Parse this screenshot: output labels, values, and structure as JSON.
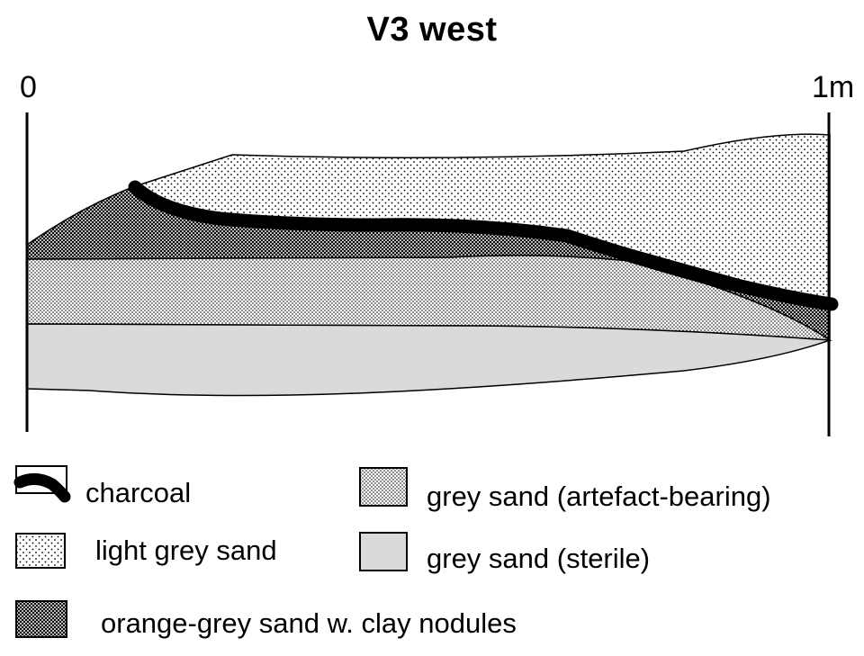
{
  "figure": {
    "title": "V3 west",
    "scale": {
      "start_label": "0",
      "end_label": "1m"
    }
  },
  "colors": {
    "line": "#000000",
    "sterile_fill": "#dadada",
    "background": "#ffffff"
  },
  "layers": [
    {
      "id": "light-grey-sand",
      "pattern": "sparse-dots"
    },
    {
      "id": "orange-grey-sand",
      "pattern": "dense-dots"
    },
    {
      "id": "grey-sand-artefact",
      "pattern": "medium-dots"
    },
    {
      "id": "grey-sand-sterile",
      "pattern": "solid-grey"
    },
    {
      "id": "charcoal",
      "pattern": "thick-line"
    }
  ],
  "legend": {
    "charcoal": "charcoal",
    "light_grey_sand": "light grey sand",
    "orange_grey_sand": "orange-grey sand w. clay nodules",
    "grey_sand_artefact": "grey sand (artefact-bearing)",
    "grey_sand_sterile": "grey sand (sterile)"
  }
}
